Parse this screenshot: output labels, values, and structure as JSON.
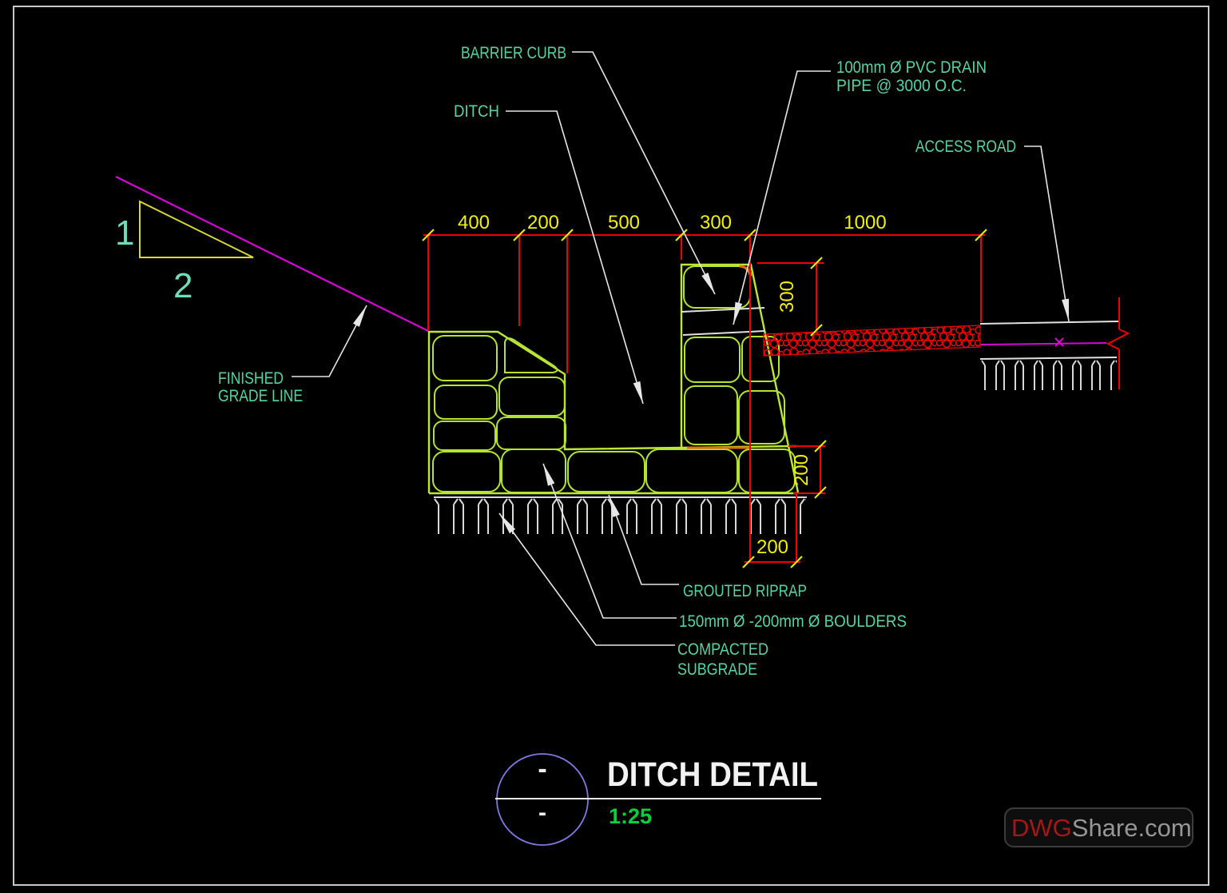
{
  "annotations": {
    "barrier_curb": "BARRIER CURB",
    "ditch": "DITCH",
    "pvc_drain_line1": "100mm Ø PVC DRAIN",
    "pvc_drain_line2": "PIPE @ 3000 O.C.",
    "access_road": "ACCESS ROAD",
    "finished_grade_line1": "FINISHED",
    "finished_grade_line2": "GRADE LINE",
    "grouted_riprap": "GROUTED RIPRAP",
    "boulders": "150mm Ø -200mm Ø BOULDERS",
    "compacted_subgrade_line1": "COMPACTED",
    "compacted_subgrade_line2": "SUBGRADE"
  },
  "dimensions": {
    "top_400": "400",
    "top_200": "200",
    "top_500": "500",
    "top_300": "300",
    "top_1000": "1000",
    "curb_height_300": "300",
    "course_depth_200": "200",
    "toe_width_200": "200"
  },
  "slope_indicator": {
    "rise": "1",
    "run": "2"
  },
  "title_block": {
    "title": "DITCH DETAIL",
    "scale": "1:25",
    "detail_number": "-",
    "sheet_number": "-"
  },
  "watermark": {
    "brand_prefix": "DWG",
    "brand_suffix": "Share.com"
  },
  "colors": {
    "dimension_red": "#f20000",
    "dimension_text_yellow": "#f0f000",
    "label_teal": "#57d2a5",
    "riprap_green": "#b3e52e",
    "grade_magenta": "#d704d7",
    "accent_orange": "#e07010",
    "scale_green": "#00d23c",
    "detail_circle_violet": "#8078e0",
    "title_white": "#f2f2f2"
  }
}
